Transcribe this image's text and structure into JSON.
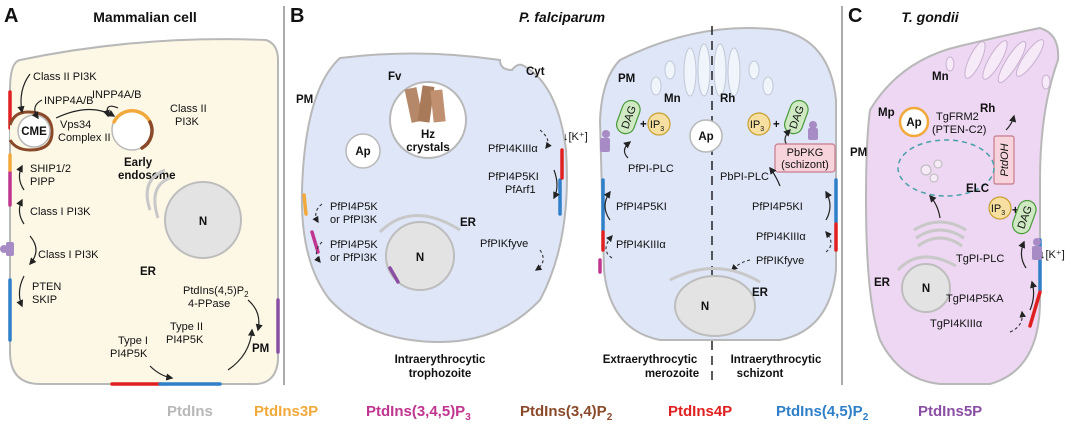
{
  "panels": {
    "a": {
      "letter": "A",
      "title": "Mammalian cell",
      "labels": {
        "class2_top": "Class II PI3K",
        "inpp4_left": "INPP4A/B",
        "cme": "CME",
        "inpp4_right": "INPP4A/B",
        "class2_right_1": "Class II",
        "class2_right_2": "PI3K",
        "vps34_1": "Vps34",
        "vps34_2": "Complex II",
        "early_1": "Early",
        "early_2": "endosome",
        "ship_1": "SHIP1/2",
        "ship_2": "PIPP",
        "class1_a": "Class I PI3K",
        "class1_b": "Class I PI3K",
        "pten_1": "PTEN",
        "pten_2": "SKIP",
        "nucleus": "N",
        "er": "ER",
        "ptdins_1": "PtdIns(4,5)P",
        "ptdins_sub": "2",
        "ptdins_2": "4-PPase",
        "type1_1": "Type I",
        "type1_2": "PI4P5K",
        "type2_1": "Type II",
        "type2_2": "PI4P5K",
        "pm": "PM"
      }
    },
    "b": {
      "letter": "B",
      "title": "P. falciparum",
      "labels": {
        "pm_left": "PM",
        "fv": "Fv",
        "cyt": "Cyt",
        "hz_1": "Hz",
        "hz_2": "crystals",
        "ap_left": "Ap",
        "pi4k3a": "PfPI4KIIIα",
        "pi4p5ki_1": "PfPI4P5KI",
        "arf1": "PfArf1",
        "pi4p5k_a": "PfPI4P5K",
        "or_a": "or PfPI3K",
        "pi4p5k_b": "PfPI4P5K",
        "or_b": "or PfPI3K",
        "er_left": "ER",
        "n_left": "N",
        "pikfyve_left": "PfPIKfyve",
        "troph_1": "Intraerythrocytic",
        "troph_2": "trophozoite",
        "pm_right": "PM",
        "k_plus": "↓[K⁺]",
        "dag_left": "DAG",
        "ip3_left": "IP",
        "ip3_sub": "3",
        "mn": "Mn",
        "rh": "Rh",
        "ap_right": "Ap",
        "pfpi_plc": "PfPI-PLC",
        "pfpi4p5ki_m": "PfPI4P5KI",
        "pfpi4k3a_m": "PfPI4KIIIα",
        "merozoite_1": "Extraerythrocytic",
        "merozoite_2": "merozoite",
        "ip3_right": "IP",
        "dag_right": "DAG",
        "pbpkg_1": "PbPKG",
        "pbpkg_2": "(schizont)",
        "pbpi_plc": "PbPI-PLC",
        "pfpi4p5ki_s": "PfPI4P5KI",
        "pfpi4k3a_s": "PfPI4KIIIα",
        "pfpikfyve_s": "PfPIKfyve",
        "n_right": "N",
        "er_right": "ER",
        "schizont_1": "Intraerythrocytic",
        "schizont_2": "schizont"
      }
    },
    "c": {
      "letter": "C",
      "title": "T. gondii",
      "labels": {
        "mp": "Mp",
        "mn": "Mn",
        "rh": "Rh",
        "pm": "PM",
        "ap": "Ap",
        "tgfrm2_1": "TgFRM2",
        "tgfrm2_2": "(PTEN-C2)",
        "ptdoh": "PtdOH",
        "elc": "ELC",
        "ip3": "IP",
        "ip3_sub": "3",
        "dag": "DAG",
        "k_plus": "↓[K⁺]",
        "er": "ER",
        "n": "N",
        "tgpi_plc": "TgPI-PLC",
        "tgpi4p5ka": "TgPI4P5KA",
        "tgpi4k3a": "TgPI4KIIIα"
      }
    }
  },
  "legend": [
    {
      "text": "PtdIns",
      "color": "#b8b8b8"
    },
    {
      "text": "PtdIns3P",
      "color": "#f2a93b"
    },
    {
      "text": "PtdIns(3,4,5)P",
      "sub": "3",
      "color": "#c0358f"
    },
    {
      "text": "PtdIns(3,4)P",
      "sub": "2",
      "color": "#8a4a2a"
    },
    {
      "text": "PtdIns4P",
      "color": "#e02020"
    },
    {
      "text": "PtdIns(4,5)P",
      "sub": "2",
      "color": "#2f7fc9"
    },
    {
      "text": "PtdIns5P",
      "color": "#8a4fa3"
    }
  ],
  "colors": {
    "mammal_fill": "#fdf8e6",
    "plasmo_fill": "#dfe6f7",
    "toxo_fill": "#edd7f2",
    "membrane": "#b8b8b8",
    "pi4p": "#e02020",
    "pi45p2": "#2f7fc9",
    "pi3p": "#f2a93b",
    "pip3": "#c0358f",
    "pi34p2": "#8a4a2a",
    "pi5p": "#8a4fa3",
    "dag_fill": "#cfeac3",
    "ip3_fill": "#f6dfa0",
    "pkg_fill": "#f7d4dc"
  }
}
